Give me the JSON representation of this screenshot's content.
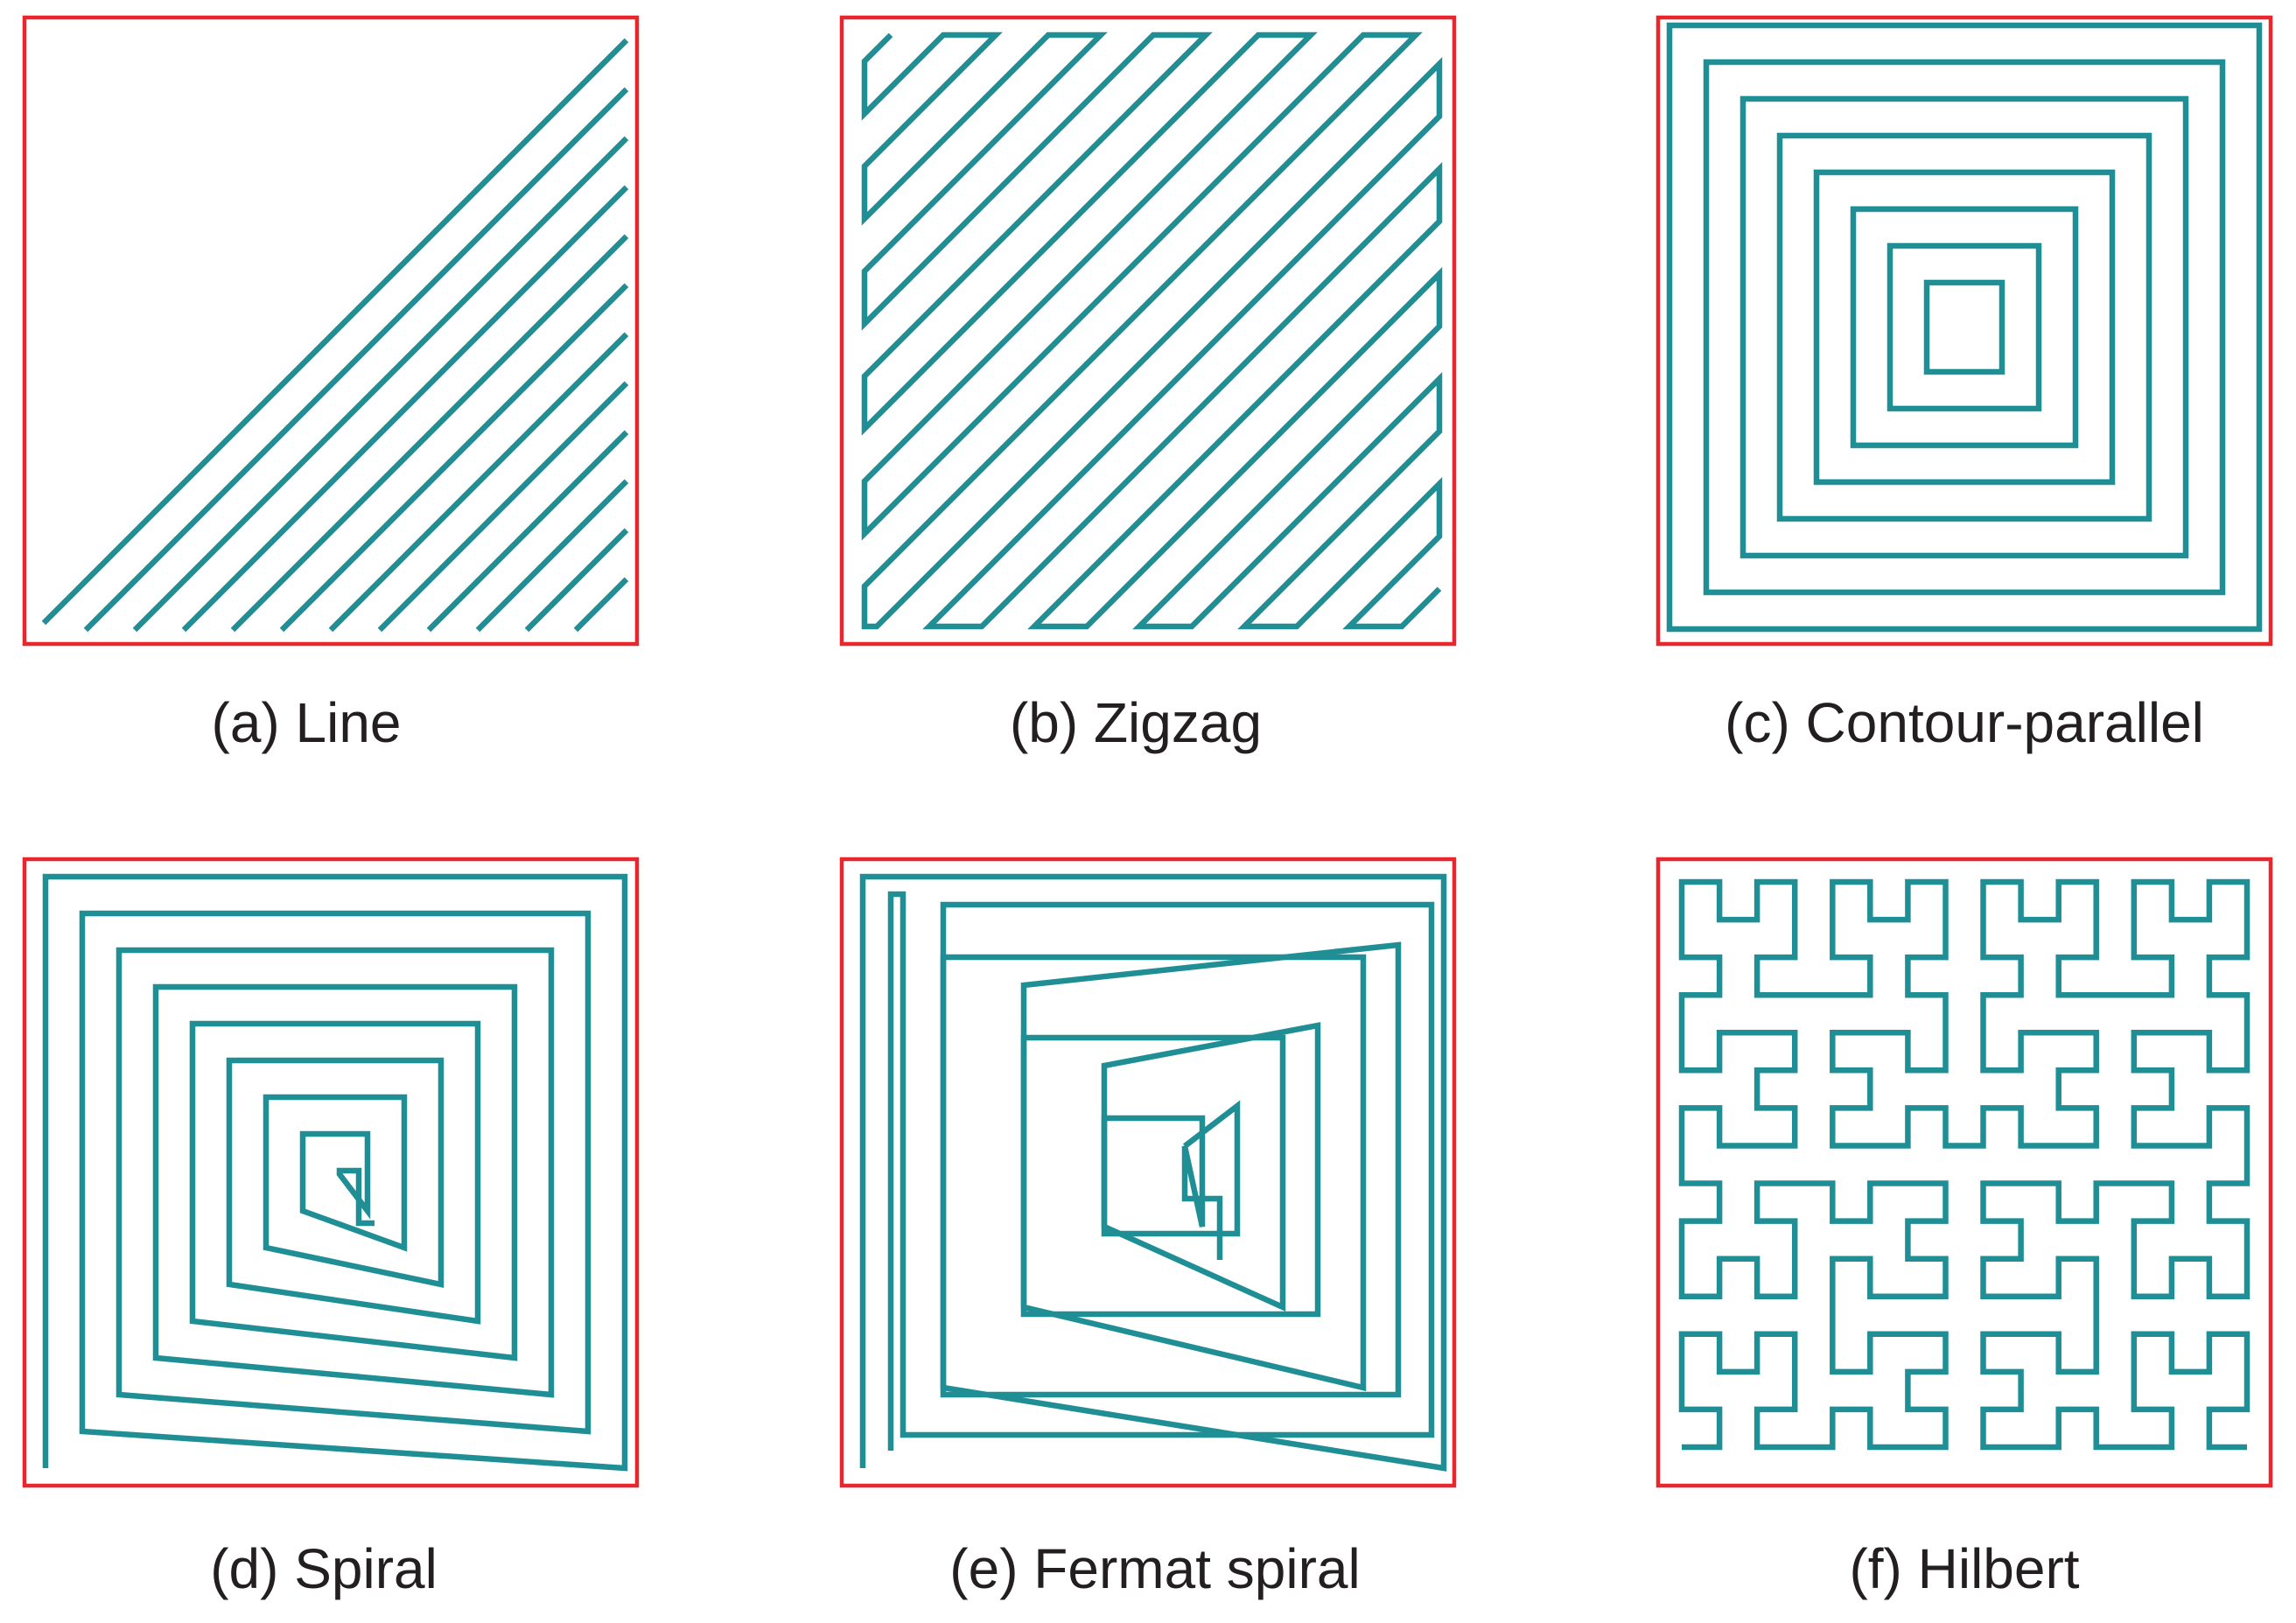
{
  "colors": {
    "frame": "#e8262d",
    "path": "#1f8f95",
    "text": "#231f20",
    "background": "#ffffff"
  },
  "panels": [
    {
      "id": "a",
      "caption": "(a) Line",
      "pattern": "line"
    },
    {
      "id": "b",
      "caption": "(b) Zigzag",
      "pattern": "zigzag"
    },
    {
      "id": "c",
      "caption": "(c) Contour-parallel",
      "pattern": "contour-parallel"
    },
    {
      "id": "d",
      "caption": "(d) Spiral",
      "pattern": "spiral"
    },
    {
      "id": "e",
      "caption": "(e) Fermat spiral",
      "pattern": "fermat-spiral"
    },
    {
      "id": "f",
      "caption": "(f) Hilbert",
      "pattern": "hilbert"
    }
  ]
}
